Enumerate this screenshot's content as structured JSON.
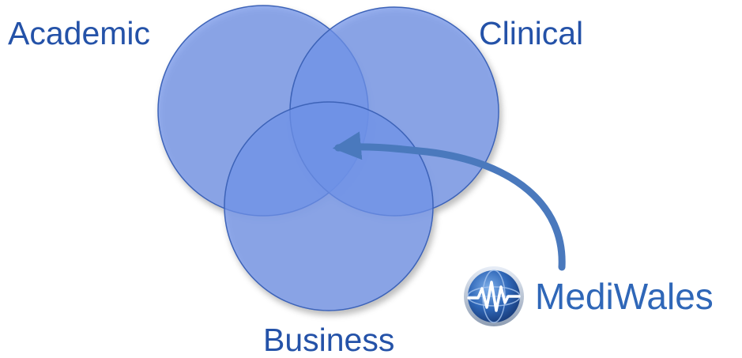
{
  "venn": {
    "sets": [
      {
        "id": "academic",
        "label": "Academic"
      },
      {
        "id": "clinical",
        "label": "Clinical"
      },
      {
        "id": "business",
        "label": "Business"
      }
    ],
    "fill_color": "#6f92e8",
    "stroke_color": "#3d63b8"
  },
  "arrow": {
    "from": "logo",
    "to": "center-intersection",
    "color": "#4a79bd"
  },
  "logo": {
    "text": "MediWales",
    "icon": "waveform-globe-icon",
    "color": "#2f67b8"
  }
}
